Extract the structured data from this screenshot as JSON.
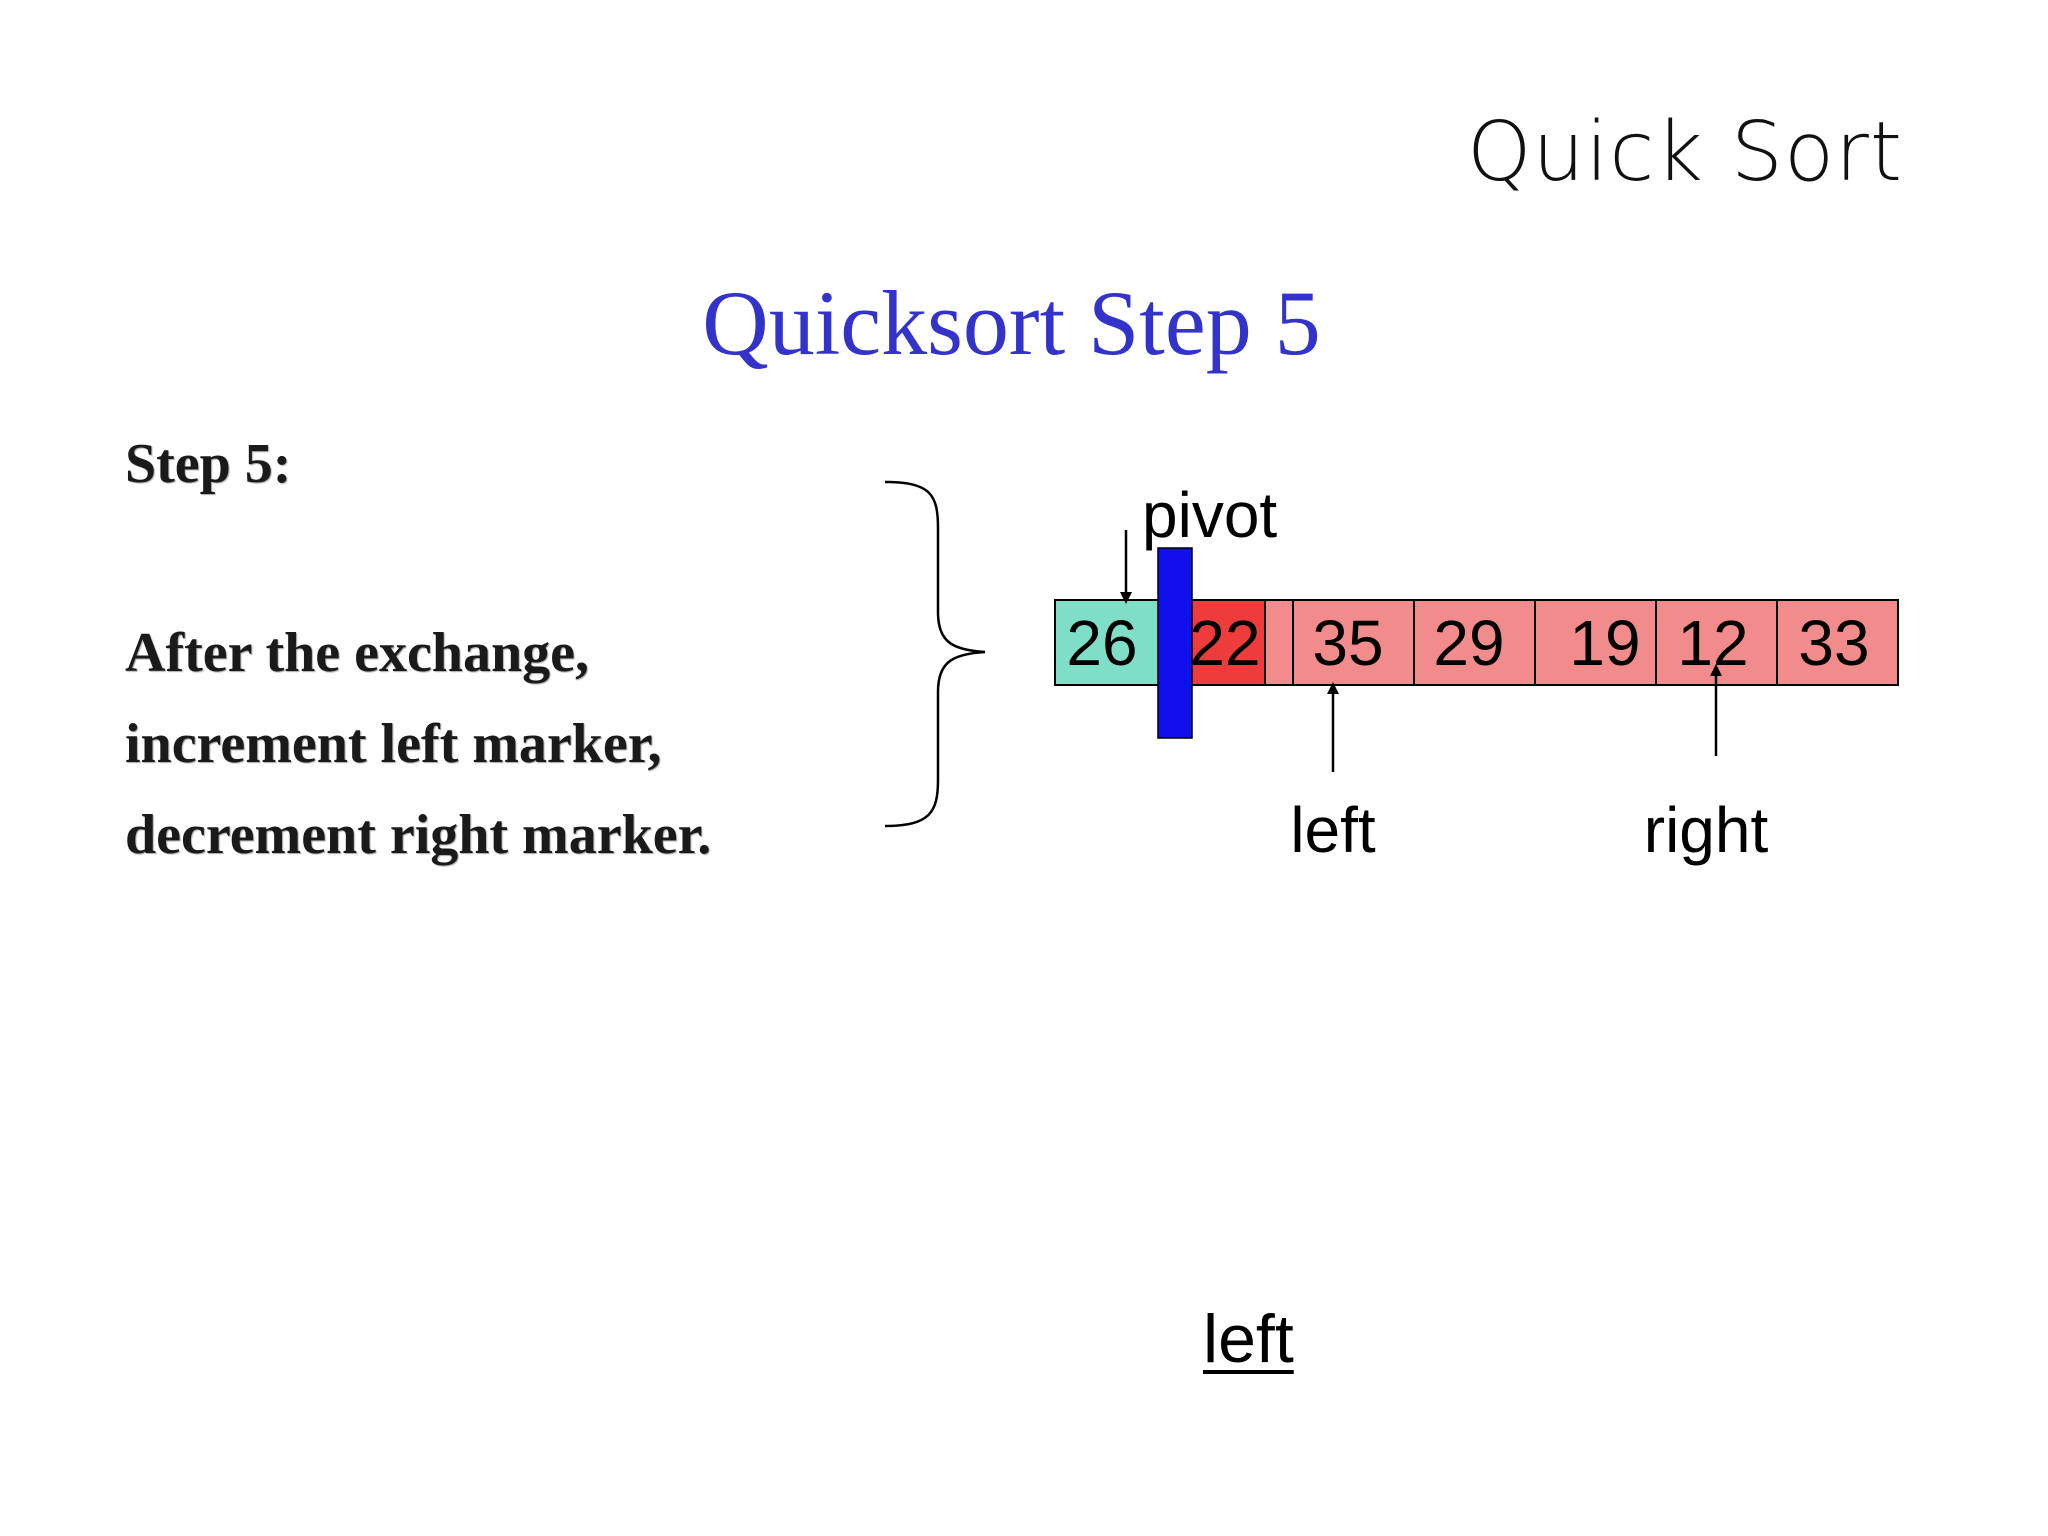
{
  "slide": {
    "title": "Quick Sort",
    "heading": "Quicksort Step 5",
    "step_label": "Step 5:",
    "description_lines": [
      "After the exchange,",
      "increment left marker,",
      "decrement right marker."
    ],
    "bottom_link": "left"
  },
  "diagram": {
    "array_values": [
      "26",
      "22",
      "35",
      "29",
      "19",
      "12",
      "33"
    ],
    "labels": {
      "pivot": "pivot",
      "left": "left",
      "right": "right"
    },
    "colors": {
      "pivot_cell": "#7fdfc6",
      "partition_cell": "#f28b8b",
      "highlight_cell": "#ee3b3b",
      "divider_bar": "#1010ee",
      "heading": "#3333cc"
    }
  }
}
